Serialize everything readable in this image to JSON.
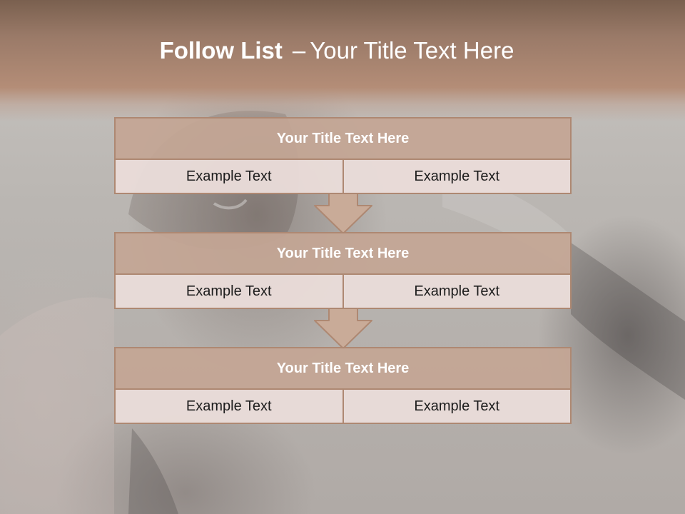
{
  "slide": {
    "title_bold": "Follow List",
    "title_sep": "–",
    "title_rest": "Your Title Text Here"
  },
  "steps": [
    {
      "title": "Your Title Text Here",
      "left": "Example Text",
      "right": "Example Text"
    },
    {
      "title": "Your Title Text Here",
      "left": "Example Text",
      "right": "Example Text"
    },
    {
      "title": "Your Title Text Here",
      "left": "Example Text",
      "right": "Example Text"
    }
  ],
  "colors": {
    "header_band": "#a8836f",
    "box_border": "#ae8872",
    "box_header_fill": "#c4a694",
    "cell_fill": "#e9dcd9",
    "arrow_fill": "#c9ab98"
  },
  "icons": {
    "connector": "down-arrow-icon"
  }
}
